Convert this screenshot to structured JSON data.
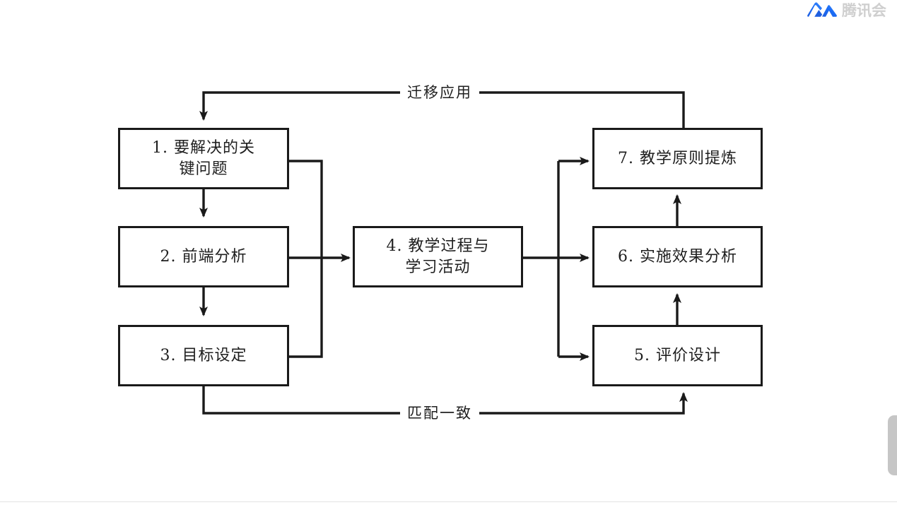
{
  "watermark": {
    "logo_icon": "tencent-meeting-logo-icon",
    "text": "腾讯会",
    "color": "#1b6cf5"
  },
  "diagram": {
    "type": "flowchart",
    "title": "",
    "nodes": [
      {
        "id": "n1",
        "label": "1. 要解决的关\n键问题",
        "column": "left",
        "order": 1
      },
      {
        "id": "n2",
        "label": "2. 前端分析",
        "column": "left",
        "order": 2
      },
      {
        "id": "n3",
        "label": "3. 目标设定",
        "column": "left",
        "order": 3
      },
      {
        "id": "n4",
        "label": "4. 教学过程与\n学习活动",
        "column": "center",
        "order": 4
      },
      {
        "id": "n5",
        "label": "5. 评价设计",
        "column": "right",
        "order": 5
      },
      {
        "id": "n6",
        "label": "6. 实施效果分析",
        "column": "right",
        "order": 6
      },
      {
        "id": "n7",
        "label": "7. 教学原则提炼",
        "column": "right",
        "order": 7
      }
    ],
    "edge_labels": {
      "top": "迁移应用",
      "bottom": "匹配一致"
    },
    "edges": [
      {
        "from": "n1",
        "to": "n2",
        "label": ""
      },
      {
        "from": "n2",
        "to": "n3",
        "label": ""
      },
      {
        "from": "n1",
        "to": "n4",
        "label": ""
      },
      {
        "from": "n2",
        "to": "n4",
        "label": ""
      },
      {
        "from": "n3",
        "to": "n4",
        "label": ""
      },
      {
        "from": "n4",
        "to": "n7",
        "label": ""
      },
      {
        "from": "n4",
        "to": "n6",
        "label": ""
      },
      {
        "from": "n4",
        "to": "n5",
        "label": ""
      },
      {
        "from": "n5",
        "to": "n6",
        "label": ""
      },
      {
        "from": "n6",
        "to": "n7",
        "label": ""
      },
      {
        "from": "n7",
        "to": "n1",
        "label": "迁移应用"
      },
      {
        "from": "n3",
        "to": "n5",
        "label": "匹配一致"
      }
    ],
    "stroke_color": "#1a1a1a",
    "background": "#ffffff"
  }
}
